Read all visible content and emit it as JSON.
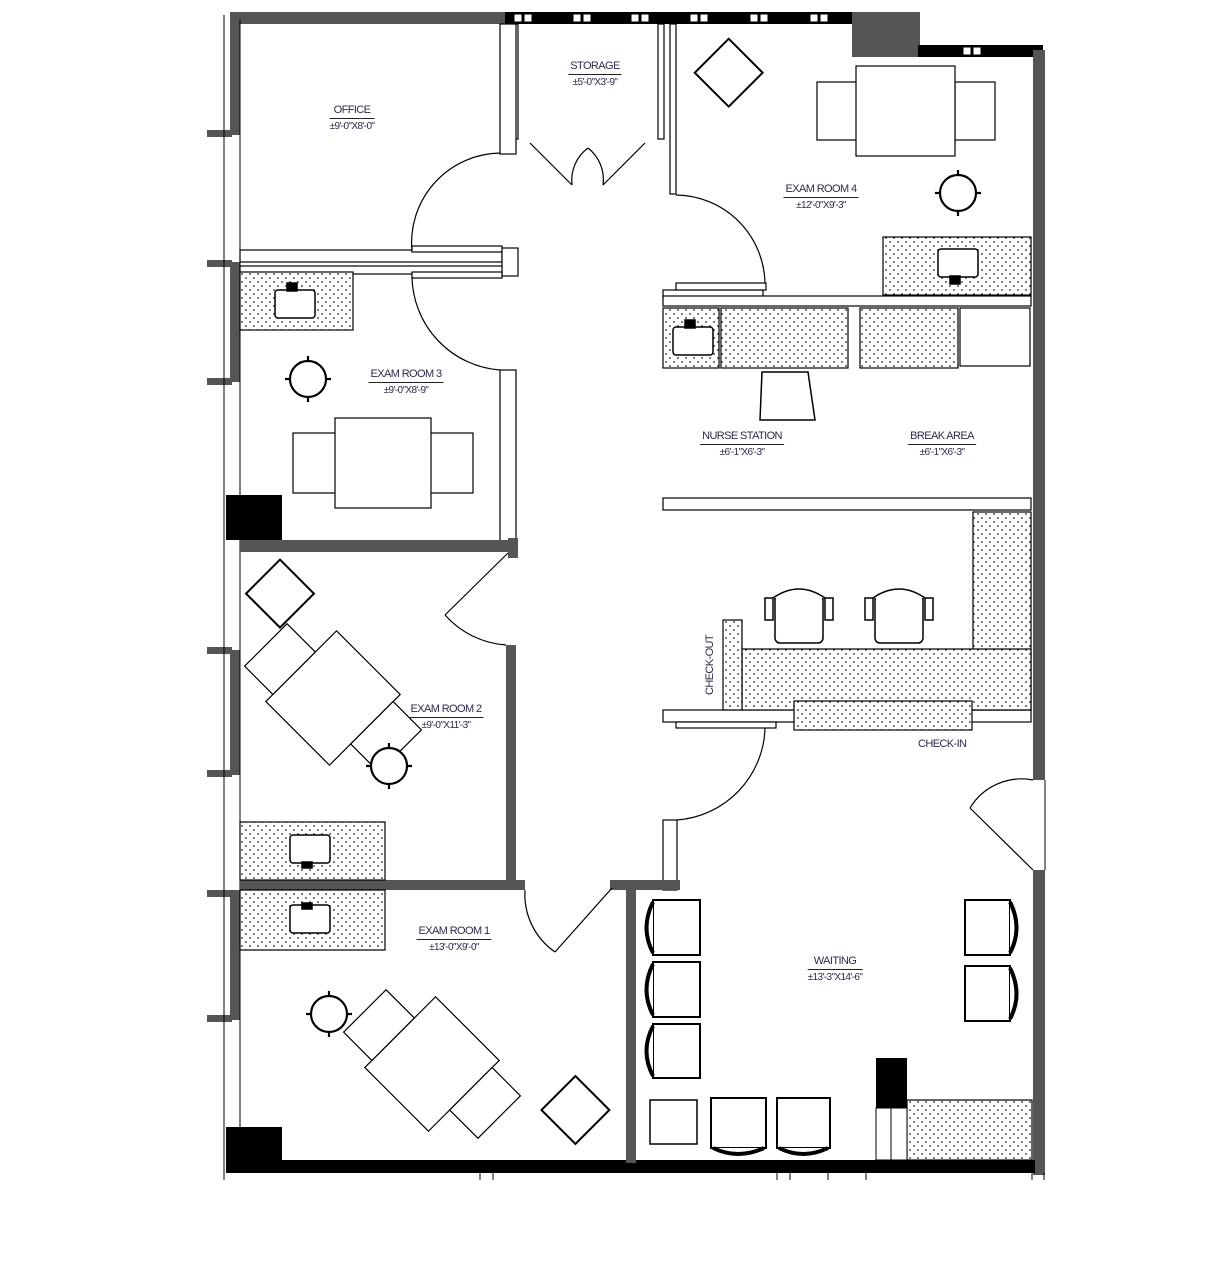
{
  "plan": {
    "type": "floor-plan",
    "colors": {
      "wall_dark": "#000000",
      "wall_gray": "#555555",
      "line": "#000000",
      "counter_fill": "#ffffff",
      "label_text": "#2b2b4a"
    },
    "rooms": [
      {
        "id": "office",
        "name": "OFFICE",
        "dimensions": "±9'-0\"X8'-0\""
      },
      {
        "id": "storage",
        "name": "STORAGE",
        "dimensions": "±5'-0\"X3'-9\""
      },
      {
        "id": "exam4",
        "name": "EXAM ROOM 4",
        "dimensions": "±12'-0\"X9'-3\""
      },
      {
        "id": "exam3",
        "name": "EXAM ROOM 3",
        "dimensions": "±9'-0\"X8'-9\""
      },
      {
        "id": "nurse",
        "name": "NURSE STATION",
        "dimensions": "±6'-1\"X6'-3\""
      },
      {
        "id": "break",
        "name": "BREAK AREA",
        "dimensions": "±6'-1\"X6'-3\""
      },
      {
        "id": "exam2",
        "name": "EXAM ROOM 2",
        "dimensions": "±9'-0\"X11'-3\""
      },
      {
        "id": "exam1",
        "name": "EXAM ROOM 1",
        "dimensions": "±13'-0\"X9'-0\""
      },
      {
        "id": "waiting",
        "name": "WAITING",
        "dimensions": "±13'-3\"X14'-6\""
      }
    ],
    "annotations": {
      "check_out": "CHECK-OUT",
      "check_in": "CHECK-IN"
    }
  }
}
